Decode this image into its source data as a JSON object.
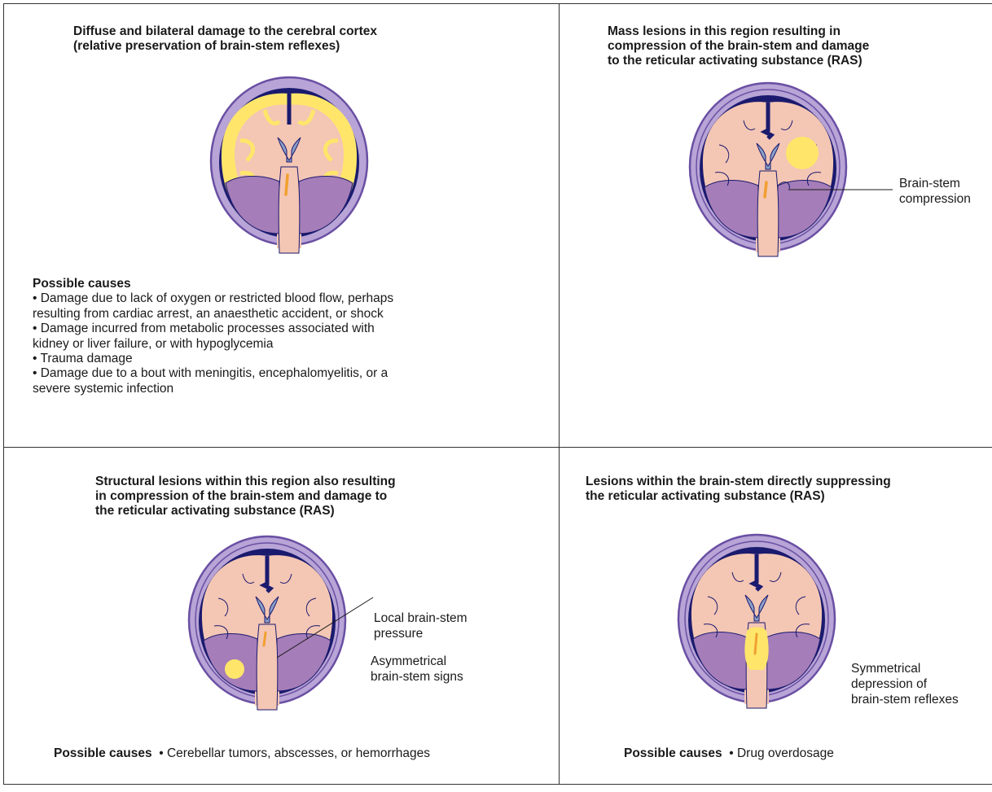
{
  "panels": {
    "p1": {
      "title_lines": [
        "Diffuse and bilateral damage to the cerebral cortex",
        "(relative preservation of brain-stem reflexes)"
      ],
      "causes_heading": "Possible causes",
      "causes_lines": [
        "• Damage due to lack of oxygen or restricted blood flow, perhaps",
        "resulting from cardiac arrest, an anaesthetic accident, or shock",
        "• Damage incurred from metabolic processes associated with",
        "kidney or liver failure, or with hypoglycemia",
        "• Trauma damage",
        "• Damage due to a bout with meningitis, encephalomyelitis, or a",
        "severe systemic infection"
      ]
    },
    "p2": {
      "title_lines": [
        "Mass lesions in this region resulting in",
        "compression of the brain-stem and damage",
        "to the reticular activating substance (RAS)"
      ],
      "label_lines": [
        "Brain-stem",
        "compression"
      ]
    },
    "p3": {
      "title_lines": [
        "Structural lesions within this region also resulting",
        "in compression of the brain-stem and damage to",
        "the reticular activating substance (RAS)"
      ],
      "label1_lines": [
        "Local brain-stem",
        "pressure"
      ],
      "label2_lines": [
        "Asymmetrical",
        "brain-stem signs"
      ],
      "causes_heading": "Possible causes",
      "causes_text": "• Cerebellar tumors, abscesses, or hemorrhages"
    },
    "p4": {
      "title_lines": [
        "Lesions within the brain-stem directly suppressing",
        "the reticular activating substance (RAS)"
      ],
      "label_lines": [
        "Symmetrical",
        "depression of",
        "brain-stem reflexes"
      ],
      "causes_heading": "Possible causes",
      "causes_text": "• Drug overdosage"
    }
  },
  "colors": {
    "skull_outer": "#6a4fa3",
    "skull_fill": "#b8a4d6",
    "dark_layer": "#1a1a6e",
    "brain": "#f4c6b4",
    "cerebellum": "#a57db8",
    "ventricle": "#8a9fc8",
    "lesion": "#ffe66a",
    "ras": "#f0a030"
  }
}
